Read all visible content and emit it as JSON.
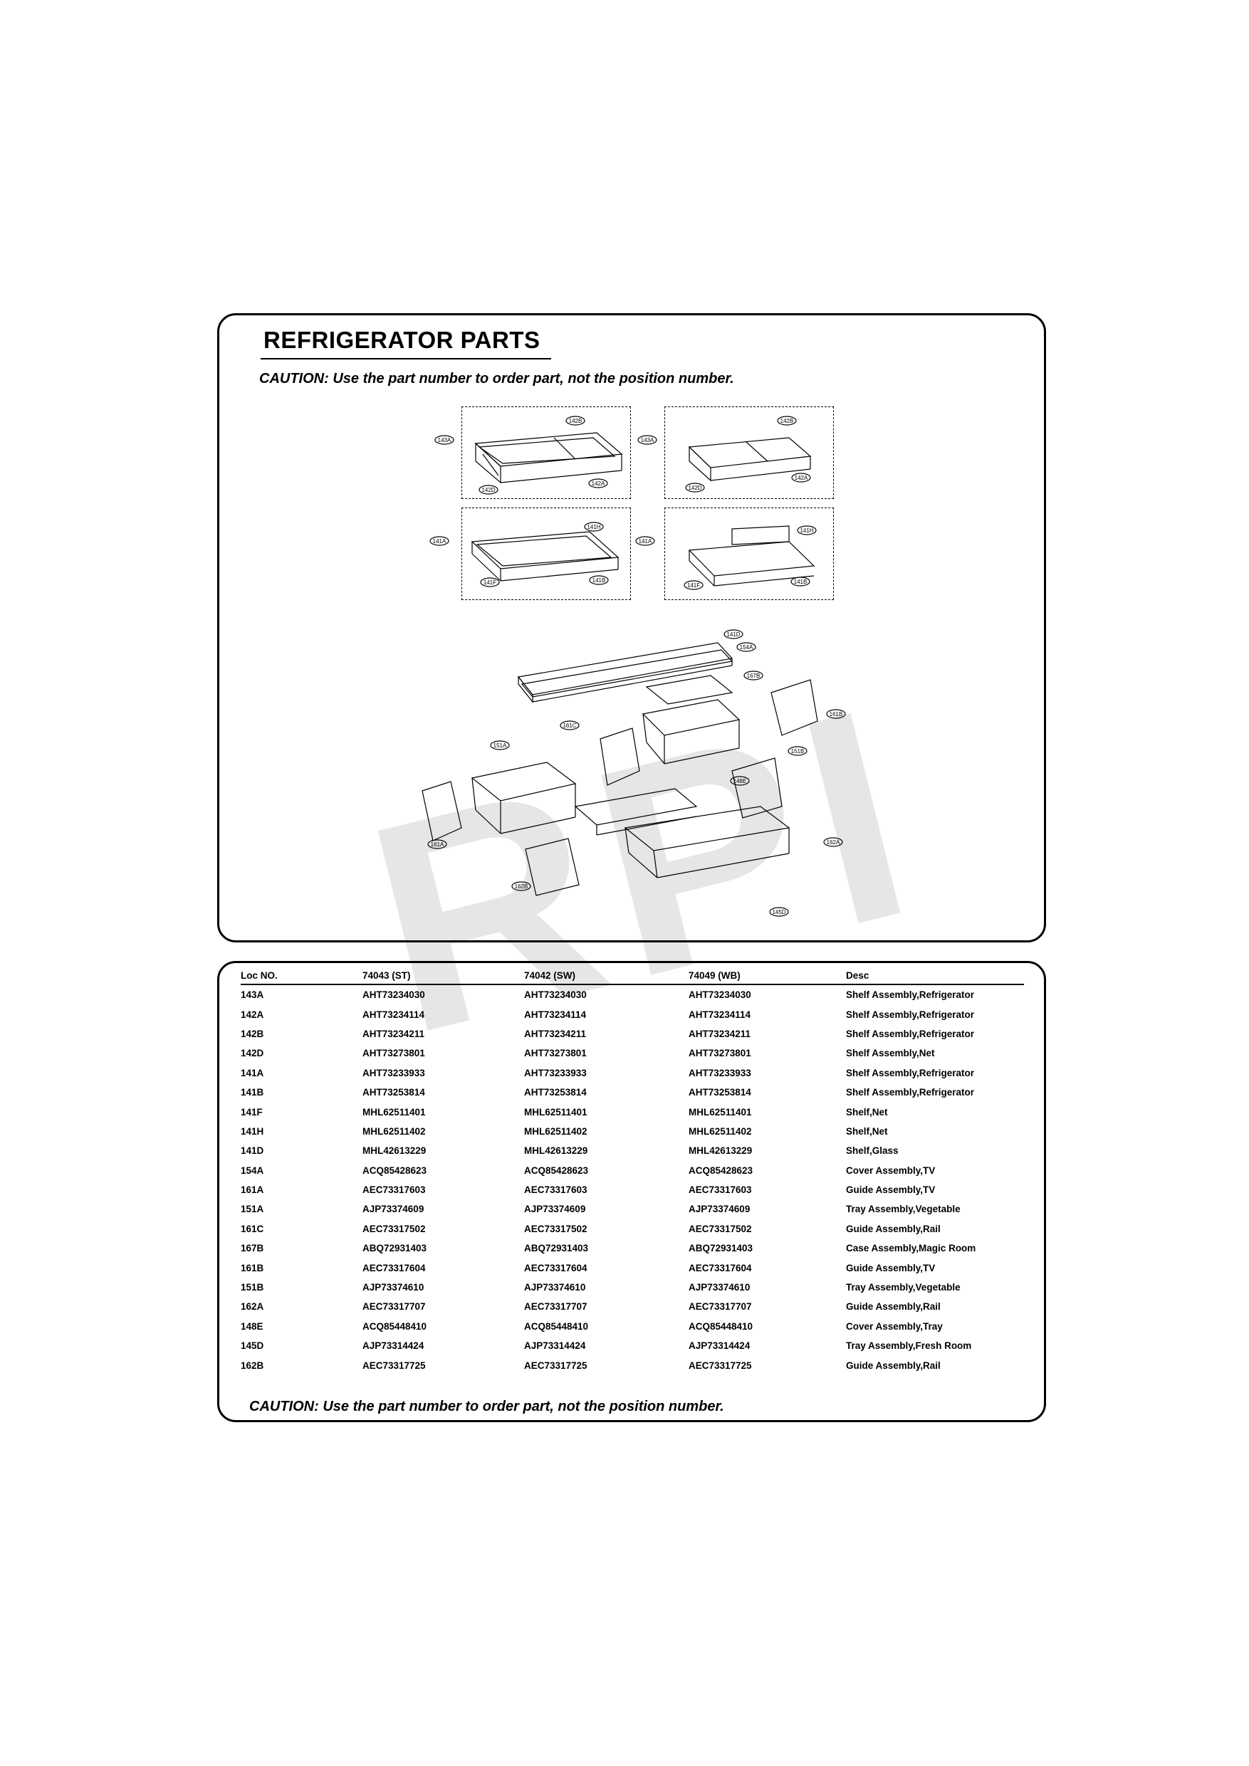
{
  "watermark": "RPI",
  "title": "REFRIGERATOR PARTS",
  "caution_top": "CAUTION: Use the part number to order part, not the position number.",
  "caution_bottom": "CAUTION: Use the part number to order part, not the position number.",
  "diagram": {
    "box1": [
      "143A",
      "142B",
      "142A",
      "142D"
    ],
    "box2": [
      "143A",
      "142B",
      "142A",
      "142D"
    ],
    "box3": [
      "141A",
      "141H",
      "141B",
      "141F"
    ],
    "box4": [
      "141A",
      "141H",
      "141B",
      "141F"
    ],
    "main": [
      "141D",
      "154A",
      "167B",
      "161B",
      "161C",
      "151B",
      "151A",
      "148E",
      "161A",
      "162A",
      "162B",
      "145D"
    ]
  },
  "table": {
    "headers": [
      "Loc NO.",
      "74043 (ST)",
      "74042 (SW)",
      "74049 (WB)",
      "Desc"
    ],
    "rows": [
      [
        "143A",
        "AHT73234030",
        "AHT73234030",
        "AHT73234030",
        "Shelf Assembly,Refrigerator"
      ],
      [
        "142A",
        "AHT73234114",
        "AHT73234114",
        "AHT73234114",
        "Shelf Assembly,Refrigerator"
      ],
      [
        "142B",
        "AHT73234211",
        "AHT73234211",
        "AHT73234211",
        "Shelf Assembly,Refrigerator"
      ],
      [
        "142D",
        "AHT73273801",
        "AHT73273801",
        "AHT73273801",
        "Shelf Assembly,Net"
      ],
      [
        "141A",
        "AHT73233933",
        "AHT73233933",
        "AHT73233933",
        "Shelf Assembly,Refrigerator"
      ],
      [
        "141B",
        "AHT73253814",
        "AHT73253814",
        "AHT73253814",
        "Shelf Assembly,Refrigerator"
      ],
      [
        "141F",
        "MHL62511401",
        "MHL62511401",
        "MHL62511401",
        "Shelf,Net"
      ],
      [
        "141H",
        "MHL62511402",
        "MHL62511402",
        "MHL62511402",
        "Shelf,Net"
      ],
      [
        "141D",
        "MHL42613229",
        "MHL42613229",
        "MHL42613229",
        "Shelf,Glass"
      ],
      [
        "154A",
        "ACQ85428623",
        "ACQ85428623",
        "ACQ85428623",
        "Cover Assembly,TV"
      ],
      [
        "161A",
        "AEC73317603",
        "AEC73317603",
        "AEC73317603",
        "Guide Assembly,TV"
      ],
      [
        "151A",
        "AJP73374609",
        "AJP73374609",
        "AJP73374609",
        "Tray Assembly,Vegetable"
      ],
      [
        "161C",
        "AEC73317502",
        "AEC73317502",
        "AEC73317502",
        "Guide Assembly,Rail"
      ],
      [
        "167B",
        "ABQ72931403",
        "ABQ72931403",
        "ABQ72931403",
        "Case Assembly,Magic Room"
      ],
      [
        "161B",
        "AEC73317604",
        "AEC73317604",
        "AEC73317604",
        "Guide Assembly,TV"
      ],
      [
        "151B",
        "AJP73374610",
        "AJP73374610",
        "AJP73374610",
        "Tray Assembly,Vegetable"
      ],
      [
        "162A",
        "AEC73317707",
        "AEC73317707",
        "AEC73317707",
        "Guide Assembly,Rail"
      ],
      [
        "148E",
        "ACQ85448410",
        "ACQ85448410",
        "ACQ85448410",
        "Cover Assembly,Tray"
      ],
      [
        "145D",
        "AJP73314424",
        "AJP73314424",
        "AJP73314424",
        "Tray Assembly,Fresh Room"
      ],
      [
        "162B",
        "AEC73317725",
        "AEC73317725",
        "AEC73317725",
        "Guide Assembly,Rail"
      ]
    ]
  }
}
